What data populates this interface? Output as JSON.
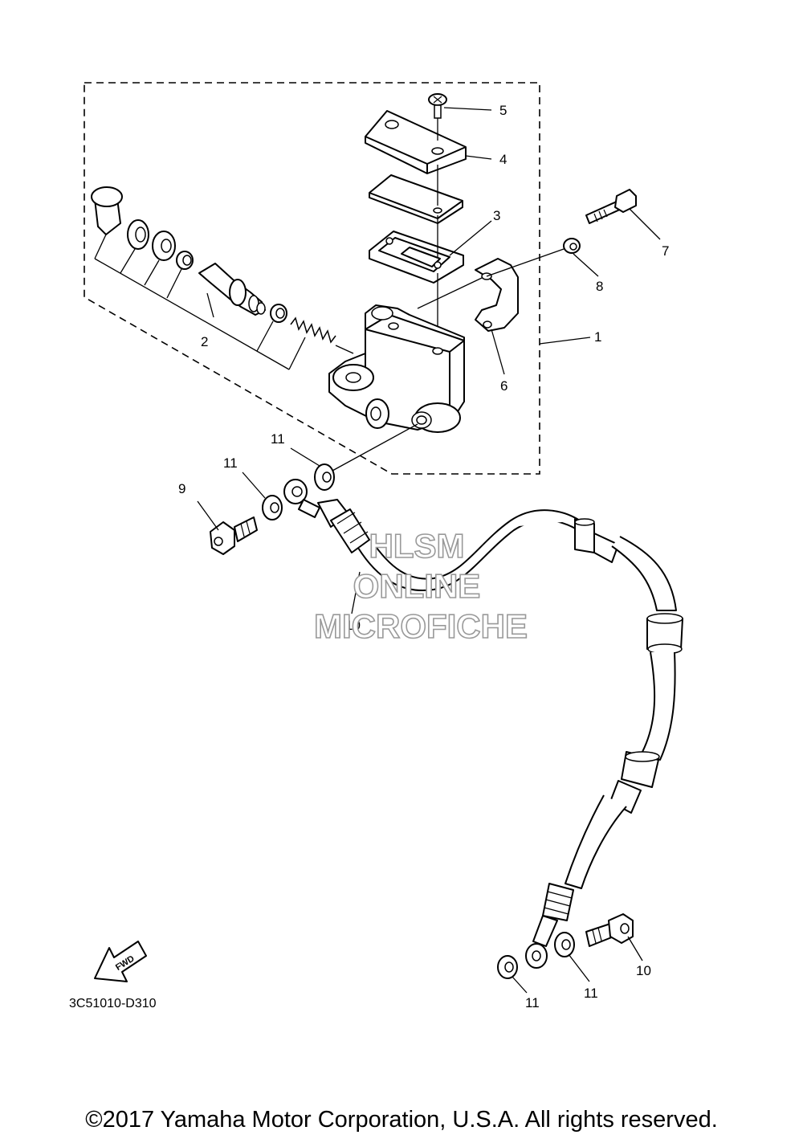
{
  "diagram_code": "3C51010-D310",
  "copyright": "©2017 Yamaha Motor Corporation, U.S.A. All rights reserved.",
  "fwd_label": "FWD",
  "watermark": {
    "line1": "HLSM",
    "line2": "ONLINE",
    "line3": "MICROFICHE"
  },
  "callouts": [
    "1",
    "2",
    "3",
    "4",
    "5",
    "6",
    "7",
    "8",
    "9",
    "10",
    "10",
    "11",
    "11",
    "11",
    "11"
  ]
}
